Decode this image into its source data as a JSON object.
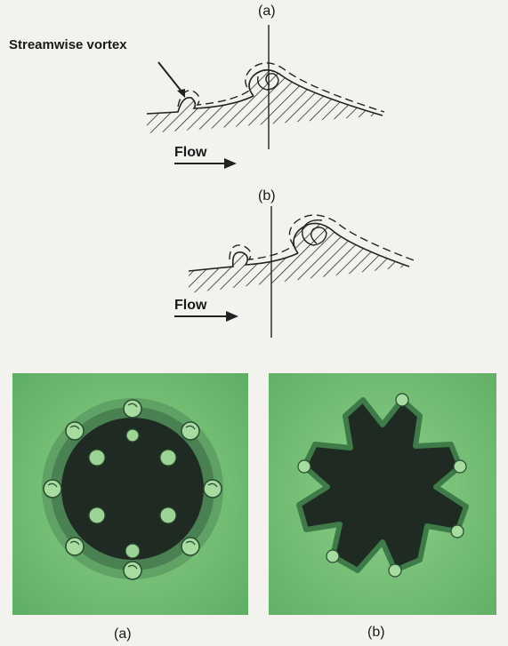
{
  "top_diagram": {
    "label_a": "(a)",
    "label_b": "(b)",
    "callout": "Streamwise vortex",
    "flow_a": "Flow",
    "flow_b": "Flow"
  },
  "photos": {
    "label_a": "(a)",
    "label_b": "(b)"
  },
  "colors": {
    "background": "#f4f2ee",
    "photo_green": "#7bc47a",
    "core_dark": "#1e2a22"
  }
}
